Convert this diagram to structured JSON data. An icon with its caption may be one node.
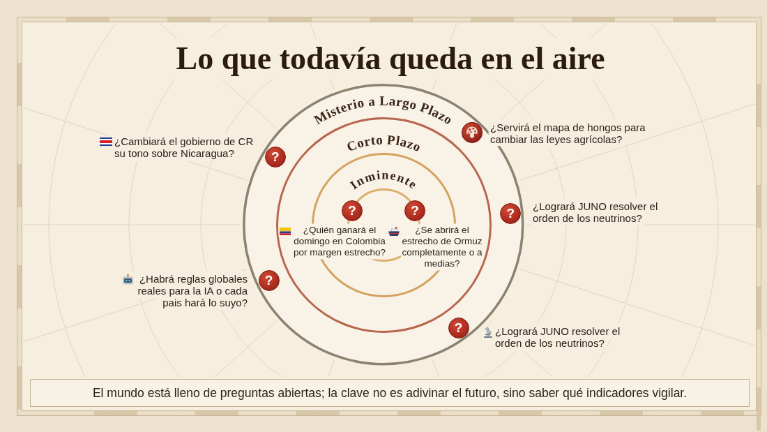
{
  "diagram": {
    "title": "Lo que todavía queda en el aire",
    "caption": "El mundo está lleno de preguntas abiertas; la clave no es adivinar el futuro, sino saber qué indicadores vigilar.",
    "nodes": [
      {
        "text": [
          "Misterio a Largo Plazo"
        ]
      },
      {
        "text": [
          "Corto Plazo"
        ],
        "in": 0
      },
      {
        "text": [
          "Inminente"
        ],
        "in": 1
      },
      {
        "text": [],
        "shape": "circle",
        "in": 2
      },
      {
        "text": [
          "?"
        ],
        "in": 0,
        "beside": [
          "¿Cambiará el gobierno de CR su tono sobre Nicaragua?"
        ]
      },
      {
        "text": [],
        "shape": "circle",
        "in": 0,
        "beside": [
          "¿Servirá el mapa de hongos para cambiar las leyes agrícolas?"
        ]
      },
      {
        "text": [
          "?"
        ],
        "in": 2,
        "beside": [
          "¿Quién ganará el domingo en Colombia por margen estrecho?"
        ]
      },
      {
        "text": [
          "?"
        ],
        "in": 2,
        "beside": [
          "¿Se abrirá el estrecho de Ormuz completamente o a medias?"
        ]
      },
      {
        "text": [
          "?"
        ],
        "in": 0,
        "beside": [
          "¿Logrará JUNO resolver el orden de los neutrinos?"
        ]
      },
      {
        "text": [
          "?"
        ],
        "in": 0,
        "beside": [
          "¿Habrá reglas globales reales para la IA o cada pais hará lo suyo?"
        ]
      },
      {
        "text": [
          "?"
        ],
        "in": 0,
        "beside": [
          "¿Logrará JUNO resolver el orden de los neutrinos?"
        ]
      }
    ]
  }
}
